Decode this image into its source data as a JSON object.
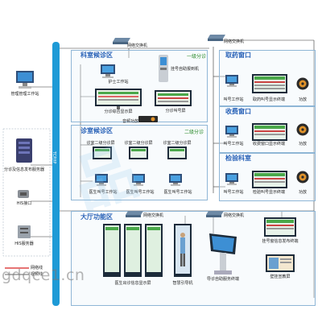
{
  "colors": {
    "fiber": "#1e9ad6",
    "network": "#1a1a1a",
    "section_title": "#2a63b8",
    "sub_title": "#2a8a2a",
    "legend_red": "#d62020",
    "speaker_fill": "#e0922a"
  },
  "backbone_label": "TCP/IP",
  "sections": {
    "ward_triage": {
      "title": "科室候诊区",
      "subtitle": "一级分诊"
    },
    "clinic_triage": {
      "title": "诊室候诊区",
      "subtitle": "二级分诊"
    },
    "pharmacy": {
      "title": "取药窗口"
    },
    "billing": {
      "title": "收费窗口"
    },
    "lab": {
      "title": "检验科室"
    },
    "lobby": {
      "title": "大厅功能区"
    }
  },
  "devices": {
    "mgmt_workstation": "管理管理工作站",
    "queue_server": "分诊及信息发布服务器",
    "his_interface": "HIS接口",
    "his_server": "HIS服务器",
    "switch_top_left": "网络交换机",
    "switch_top_right": "网络交换机",
    "switch_lobby_left": "网络交换机",
    "switch_lobby_right": "网络交换机",
    "nurse_station": "护士工作站",
    "kiosk": "挂号自助报到机",
    "triage_display": "分诊综合显示屏",
    "triage_callscreen": "分诊叫号屏",
    "amplifier": "音频功放",
    "room_screen_1": "诊室二级分诊屏",
    "room_screen_2": "诊室二级分诊屏",
    "room_screen_3": "诊室二级分诊屏",
    "doctor_station_1": "医生叫号工作站",
    "doctor_station_2": "医生叫号工作站",
    "doctor_station_3": "医生叫号工作站",
    "pharmacy_station": "叫号工作站",
    "pharmacy_display": "取药叫号显示终端",
    "pharmacy_speaker": "功放",
    "billing_station": "叫号工作站",
    "billing_display": "收费窗口显示终端",
    "billing_speaker": "功放",
    "lab_station": "叫号工作站",
    "lab_display": "检验叫号显示终端",
    "lab_speaker": "功放",
    "lobby_big_screen": "医生出诊信息显示屏",
    "guide_kiosk": "智慧引导机",
    "self_service": "导诊自助服务终端",
    "registration_terminal": "挂号窗信息发布终端",
    "wall_screen": "壁挂宣教屏"
  },
  "legend": {
    "network": "网络线",
    "fiber": "视频线"
  },
  "footer_watermark": "gdqce1.cn"
}
